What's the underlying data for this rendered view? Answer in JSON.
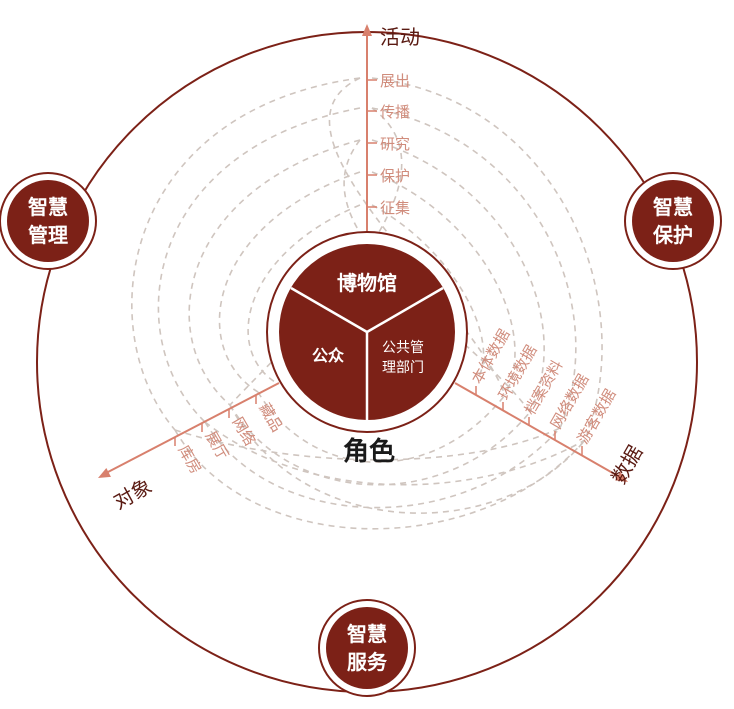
{
  "colors": {
    "primary": "#7c2117",
    "ring": "#7c2117",
    "axis": "#d8806d",
    "label": "#d08c7c",
    "dashed": "#cfc5bf",
    "text_dark": "#1a1a1a"
  },
  "center": {
    "top_label": "博物馆",
    "left_label": "公众",
    "right_label_line1": "公共管",
    "right_label_line2": "理部门",
    "role_label": "角色"
  },
  "nodes": {
    "management": {
      "line1": "智慧",
      "line2": "管理"
    },
    "protection": {
      "line1": "智慧",
      "line2": "保护"
    },
    "service": {
      "line1": "智慧",
      "line2": "服务"
    }
  },
  "axes": {
    "activity": {
      "title": "活动",
      "items": [
        "展出",
        "传播",
        "研究",
        "保护",
        "征集"
      ]
    },
    "data": {
      "title": "数据",
      "items": [
        "本体数据",
        "环境数据",
        "档案资料",
        "网络数据",
        "游客数据"
      ]
    },
    "object": {
      "title": "对象",
      "items": [
        "藏品",
        "网络",
        "展厅",
        "库房"
      ]
    }
  }
}
